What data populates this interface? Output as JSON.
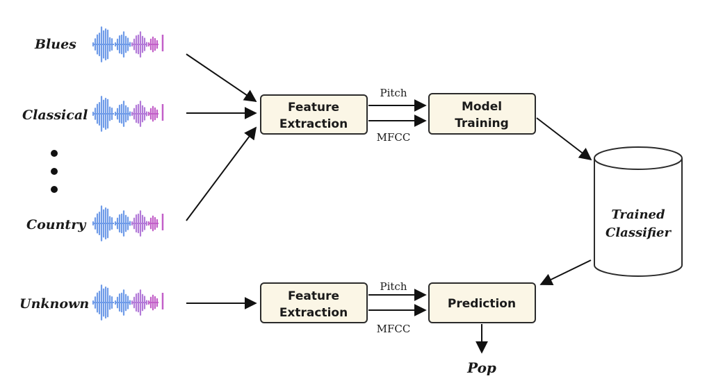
{
  "colors": {
    "wave_blue": "#6f9be8",
    "wave_purple": "#b27ad8",
    "wave_magenta": "#c25fc8",
    "box_fill": "#fbf6e6",
    "stroke": "#2b2b2b"
  },
  "genres": {
    "blues": "Blues",
    "classical": "Classical",
    "country": "Country",
    "unknown": "Unknown"
  },
  "training": {
    "feature_line1": "Feature",
    "feature_line2": "Extraction",
    "pitch": "Pitch",
    "mfcc": "MFCC",
    "model_line1": "Model",
    "model_line2": "Training"
  },
  "classifier": {
    "line1": "Trained",
    "line2": "Classifier"
  },
  "testing": {
    "feature_line1": "Feature",
    "feature_line2": "Extraction",
    "pitch": "Pitch",
    "mfcc": "MFCC",
    "prediction": "Prediction"
  },
  "result": "Pop"
}
